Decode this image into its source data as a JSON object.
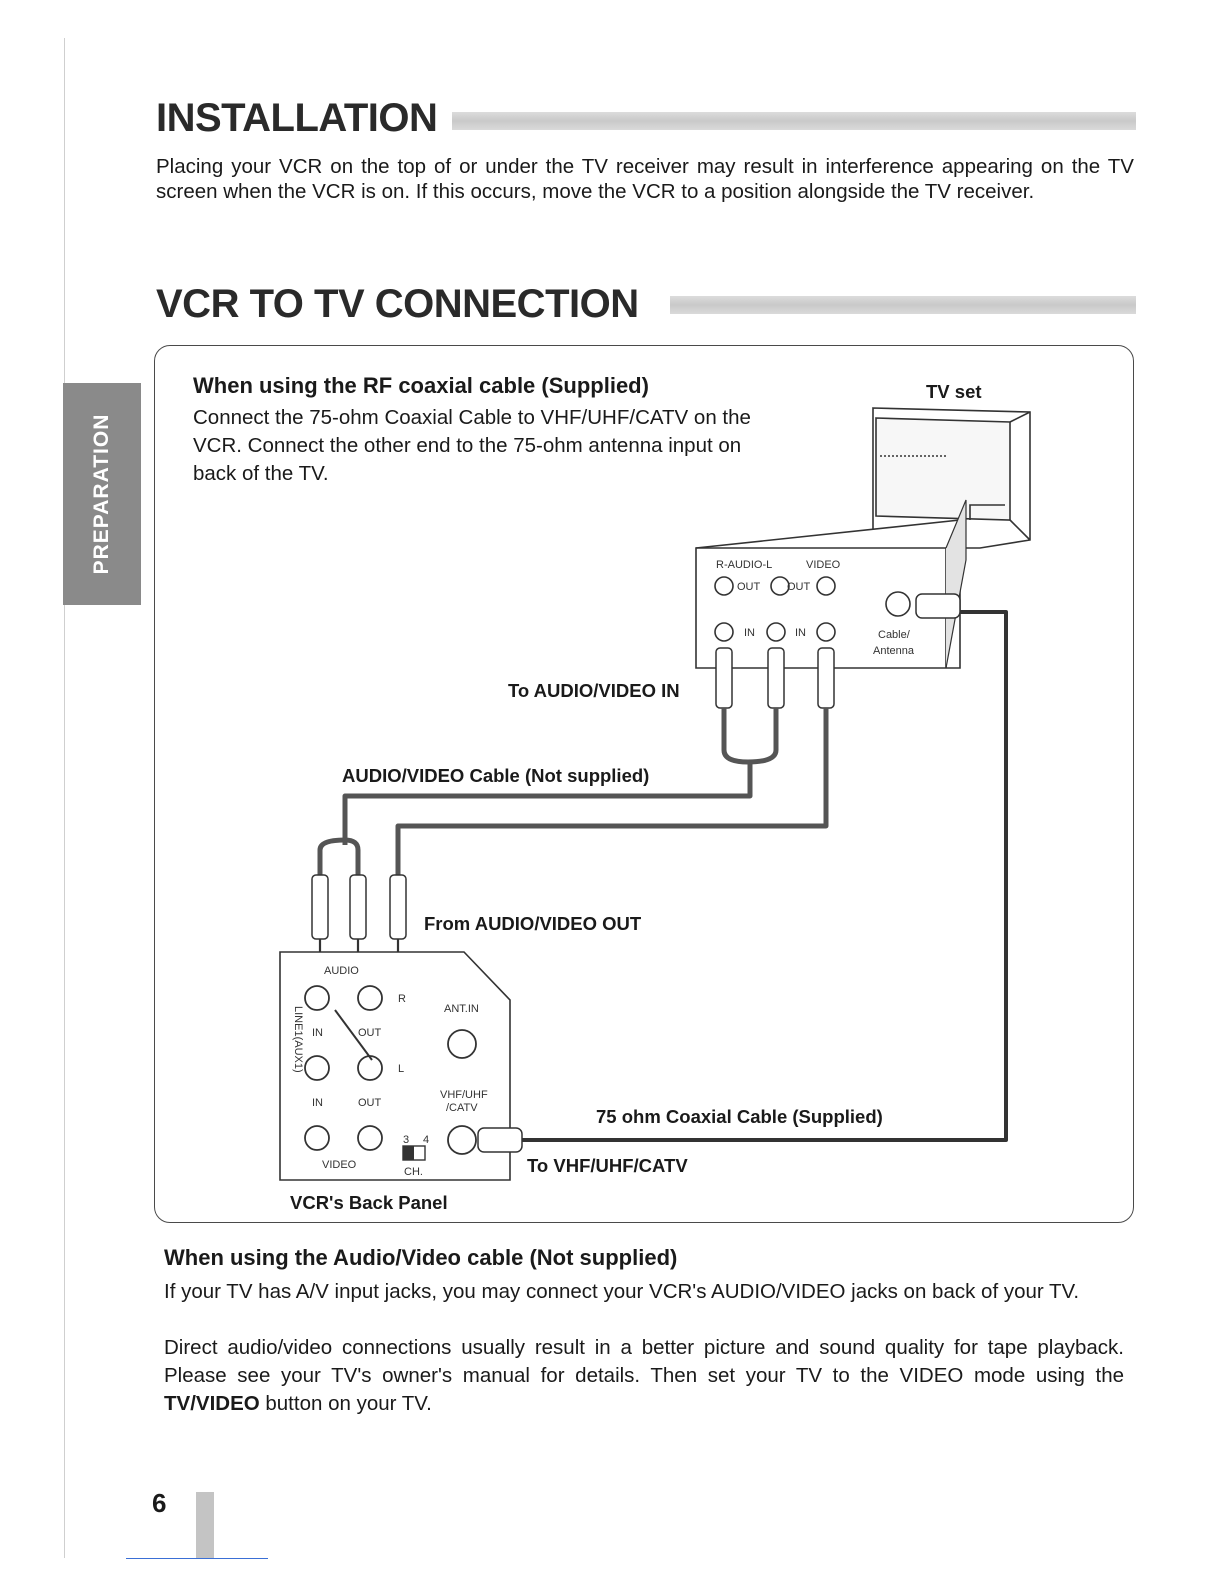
{
  "side_tab": "PREPARATION",
  "installation": {
    "title": "INSTALLATION",
    "text": "Placing your VCR on the top of or under the TV receiver may result in interference appearing on the TV screen when the VCR is on. If this occurs, move the VCR to a position alongside the TV receiver."
  },
  "connection": {
    "title": "VCR TO TV CONNECTION",
    "rf_title": "When using the RF coaxial cable (Supplied)",
    "rf_text": "Connect the 75-ohm Coaxial Cable to VHF/UHF/CATV on the VCR. Connect the other end to the 75-ohm antenna input on back of the TV.",
    "diagram": {
      "tv_set": "TV set",
      "tv_audio": "R-AUDIO-L",
      "tv_video": "VIDEO",
      "tv_out": "OUT",
      "tv_in": "IN",
      "tv_cable_1": "Cable/",
      "tv_cable_2": "Antenna",
      "to_av_in": "To AUDIO/VIDEO IN",
      "av_cable": "AUDIO/VIDEO Cable (Not supplied)",
      "from_av_out": "From AUDIO/VIDEO OUT",
      "coax_cable": "75 ohm Coaxial Cable (Supplied)",
      "to_vhf": "To VHF/UHF/CATV",
      "back_panel": "VCR's Back Panel",
      "vcr_audio": "AUDIO",
      "vcr_r": "R",
      "vcr_l": "L",
      "vcr_in": "IN",
      "vcr_out": "OUT",
      "vcr_line": "LINE1(AUX1)",
      "vcr_video": "VIDEO",
      "vcr_ant": "ANT.IN",
      "vcr_vhf_1": "VHF/UHF",
      "vcr_vhf_2": "/CATV",
      "vcr_ch3": "3",
      "vcr_ch4": "4",
      "vcr_ch": "CH."
    }
  },
  "av_section": {
    "title": "When using the Audio/Video cable (Not supplied)",
    "p1": "If your TV has A/V input jacks, you may connect your VCR's AUDIO/VIDEO jacks on back of your TV.",
    "p2_pre": "Direct audio/video connections usually result in a better picture and sound quality for tape playback. Please see your TV's owner's manual for details. Then set your TV to the VIDEO mode using the ",
    "p2_bold": "TV/VIDEO",
    "p2_post": " button on your TV."
  },
  "page_number": "6"
}
